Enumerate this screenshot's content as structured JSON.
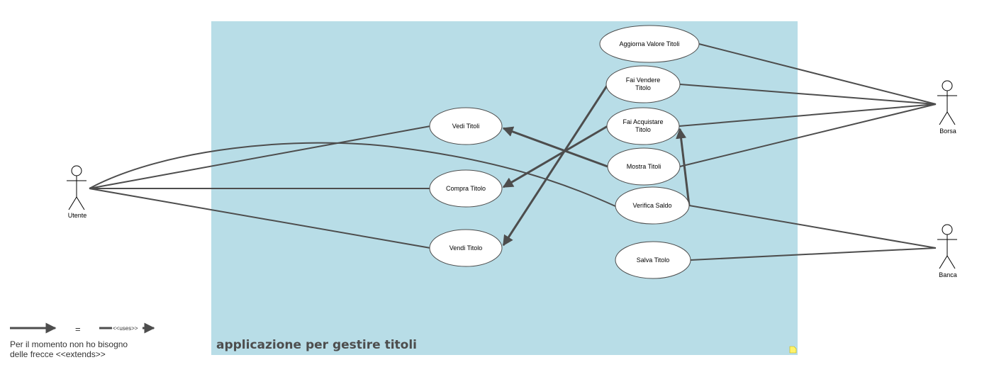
{
  "colors": {
    "system_fill": "#b8dde7",
    "line": "#4d4d4d",
    "usecase_fill": "#ffffff"
  },
  "system": {
    "title": "applicazione per gestire titoli"
  },
  "actors": {
    "utente": "Utente",
    "borsa": "Borsa",
    "banca": "Banca"
  },
  "use_cases": {
    "aggiorna_valore": "Aggiorna Valore Titoli",
    "fai_vendere_1": "Fai Vendere",
    "fai_vendere_2": "Titolo",
    "fai_acquistare_1": "Fai Acquistare",
    "fai_acquistare_2": "Titolo",
    "mostra_titoli": "Mostra Titoli",
    "verifica_saldo": "Verifica Saldo",
    "salva_titolo": "Salva Titolo",
    "vedi_titoli": "Vedi Titoli",
    "compra_titolo": "Compra Titolo",
    "vendi_titolo": "Vendi Titolo"
  },
  "legend": {
    "equals": "=",
    "uses_label": "<<uses>>",
    "note_line1": "Per il momento non ho bisogno",
    "note_line2": "delle frecce <<extends>>"
  }
}
